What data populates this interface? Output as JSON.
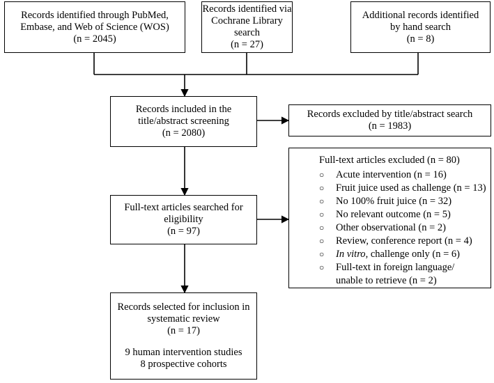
{
  "top_boxes": [
    {
      "lines": [
        "Records identified through PubMed,",
        "Embase, and Web of Science (WOS)",
        "(n = 2045)"
      ]
    },
    {
      "lines": [
        "Records identified via",
        "Cochrane Library search",
        "(n = 27)"
      ]
    },
    {
      "lines": [
        "Additional records identified",
        "by hand search",
        "(n = 8)"
      ]
    }
  ],
  "screening": {
    "lines": [
      "Records included in the",
      "title/abstract screening",
      "(n = 2080)"
    ]
  },
  "excluded_title": {
    "lines": [
      "Records excluded by title/abstract search",
      "(n = 1983)"
    ]
  },
  "eligibility": {
    "lines": [
      "Full-text articles searched for",
      "eligibility",
      "(n = 97)"
    ]
  },
  "fulltext_excluded": {
    "title": "Full-text articles excluded (n = 80)",
    "items": [
      {
        "text": "Acute intervention (n = 16)"
      },
      {
        "text": "Fruit juice used as challenge (n = 13)"
      },
      {
        "text": "No 100% fruit juice (n = 32)"
      },
      {
        "text": "No relevant outcome (n = 5)"
      },
      {
        "text": "Other observational (n = 2)"
      },
      {
        "text": "Review, conference report  (n = 4)"
      },
      {
        "italic": "In vitro",
        "rest": ", challenge only (n = 6)"
      },
      {
        "line1": "Full-text in foreign language/",
        "line2": "unable to retrieve (n = 2)"
      }
    ],
    "bullet": "○"
  },
  "included": {
    "lines": [
      "Records selected for inclusion in",
      "systematic review",
      "(n = 17)"
    ],
    "studies": [
      "9 human intervention studies",
      "8 prospective cohorts"
    ]
  }
}
